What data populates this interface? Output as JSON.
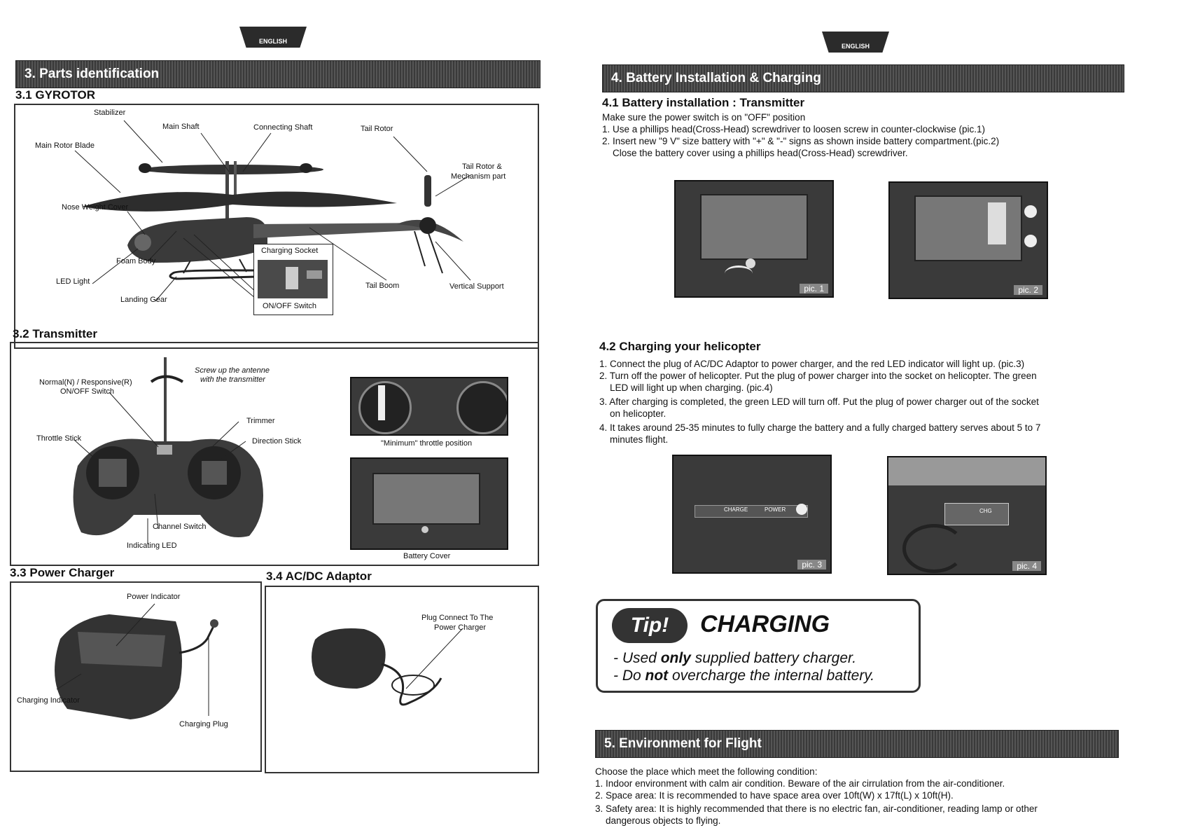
{
  "left": {
    "tab": "ENGLISH",
    "section_title": "3. Parts identification",
    "gyrotor": {
      "heading": "3.1 GYROTOR",
      "labels": {
        "stabilizer": "Stabilizer",
        "main_shaft": "Main Shaft",
        "connecting_shaft": "Connecting Shaft",
        "tail_rotor": "Tail Rotor",
        "main_rotor_blade": "Main Rotor Blade",
        "tail_rotor_mech_1": "Tail Rotor &",
        "tail_rotor_mech_2": "Mechanism part",
        "nose_weight_cover": "Nose Weight Cover",
        "foam_body": "Foam Body",
        "led_light": "LED Light",
        "landing_gear": "Landing Gear",
        "charging_socket": "Charging Socket",
        "on_off_switch": "ON/OFF Switch",
        "tail_boom": "Tail Boom",
        "vertical_support": "Vertical Support"
      }
    },
    "transmitter": {
      "heading": "3.2 Transmitter",
      "labels": {
        "antenna_note_1": "Screw up the antenne",
        "antenna_note_2": "with the transmitter",
        "mode_switch_1": "Normal(N) / Responsive(R)",
        "mode_switch_2": "ON/OFF Switch",
        "trimmer": "Trimmer",
        "throttle_stick": "Throttle Stick",
        "direction_stick": "Direction Stick",
        "channel_switch": "Channel Switch",
        "indicating_led": "Indicating LED",
        "min_throttle": "\"Minimum\" throttle position",
        "battery_cover": "Battery Cover"
      }
    },
    "charger": {
      "heading": "3.3 Power Charger",
      "labels": {
        "power_indicator": "Power Indicator",
        "charging_indicator": "Charging Indicator",
        "charging_plug": "Charging Plug"
      }
    },
    "adaptor": {
      "heading": "3.4 AC/DC Adaptor",
      "labels": {
        "plug_1": "Plug Connect To The",
        "plug_2": "Power Charger"
      }
    }
  },
  "right": {
    "tab": "ENGLISH",
    "section_title": "4. Battery Installation & Charging",
    "install": {
      "heading": "4.1 Battery installation : Transmitter",
      "lines": [
        "Make sure the power switch is on \"OFF\" position",
        "1. Use a phillips head(Cross-Head) screwdriver to loosen screw in counter-clockwise (pic.1)",
        "2. Insert new \"9 V\" size battery with \"+\" & \"-\" signs as shown inside battery compartment.(pic.2)",
        "    Close the battery cover using a phillips head(Cross-Head) screwdriver."
      ],
      "pic1": "pic. 1",
      "pic2": "pic. 2"
    },
    "charging": {
      "heading": "4.2 Charging your helicopter",
      "lines": [
        "1. Connect the plug of AC/DC Adaptor to power charger, and the red LED indicator will light up. (pic.3)",
        "2. Turn off the power of helicopter. Put the plug of power charger into the socket on helicopter. The green",
        "    LED will light up when charging. (pic.4)",
        "3. After charging is completed, the green LED will turn off. Put the plug of power charger out of the socket",
        "    on helicopter.",
        "4. It takes around 25-35 minutes to fully charge the battery and a fully charged battery serves about 5 to 7",
        "    minutes flight."
      ],
      "pic3": "pic. 3",
      "pic4": "pic. 4",
      "charge_label": "CHARGE",
      "power_label": "POWER",
      "chg_label": "CHG"
    },
    "tip": {
      "badge": "Tip!",
      "title": "CHARGING",
      "line1_prefix": "- Used ",
      "line1_emph": "only",
      "line1_rest": " supplied battery charger.",
      "line2_prefix": "- Do ",
      "line2_emph": "not",
      "line2_rest": " overcharge the internal battery."
    },
    "environment": {
      "section_title": "5. Environment for Flight",
      "lines": [
        "Choose the place which meet the following condition:",
        "1. Indoor environment with calm air condition. Beware of the air cirrulation from the air-conditioner.",
        "2. Space area: It is recommended to have space area over 10ft(W) x 17ft(L) x 10ft(H).",
        "3. Safety area: It is highly recommended that there is no electric fan, air-conditioner, reading lamp or other",
        "    dangerous objects to flying."
      ]
    }
  }
}
